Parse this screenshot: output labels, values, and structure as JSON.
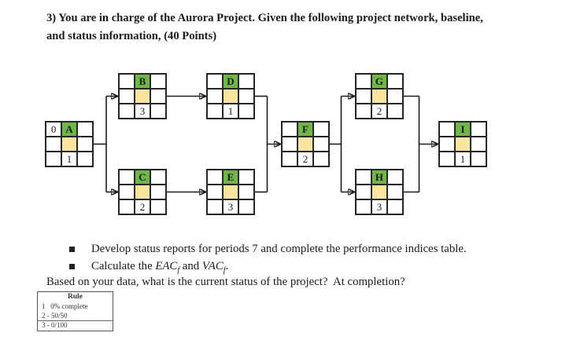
{
  "title": {
    "line1": "3) You are in charge of the Aurora Project. Given the following project network, baseline,",
    "line2": "and status information, (40 Points)"
  },
  "network": {
    "nodes": [
      {
        "id": "A",
        "letter": "A",
        "duration": "1",
        "start": "0"
      },
      {
        "id": "B",
        "letter": "B",
        "duration": "3"
      },
      {
        "id": "C",
        "letter": "C",
        "duration": "2"
      },
      {
        "id": "D",
        "letter": "D",
        "duration": "1"
      },
      {
        "id": "E",
        "letter": "E",
        "duration": "3"
      },
      {
        "id": "F",
        "letter": "F",
        "duration": "2"
      },
      {
        "id": "G",
        "letter": "G",
        "duration": "2"
      },
      {
        "id": "H",
        "letter": "H",
        "duration": "3"
      },
      {
        "id": "I",
        "letter": "I",
        "duration": "1"
      }
    ],
    "edges": [
      [
        "A",
        "B"
      ],
      [
        "A",
        "C"
      ],
      [
        "B",
        "D"
      ],
      [
        "C",
        "E"
      ],
      [
        "D",
        "F"
      ],
      [
        "E",
        "F"
      ],
      [
        "F",
        "G"
      ],
      [
        "F",
        "H"
      ],
      [
        "G",
        "I"
      ],
      [
        "H",
        "I"
      ]
    ]
  },
  "tasks": {
    "bullet1": "Develop status reports for periods 7 and complete the performance indices table.",
    "bullet2": {
      "prefix": "Calculate the ",
      "term1": "EAC",
      "sub1": "f",
      "mid": " and ",
      "term2": "VAC",
      "sub2": "f",
      "end": "."
    }
  },
  "closing": "Based on your data, what is the current status of the project?  At completion?",
  "rule_table": {
    "header": "Rule",
    "rows": [
      "1   0% complete",
      "2 - 50/50",
      "3 - 0/100"
    ]
  },
  "colors": {
    "node_green": "#6fb548",
    "node_yellow": "#fbe3a2",
    "wire": "#1c1c1c",
    "text": "#1b1b1b"
  }
}
